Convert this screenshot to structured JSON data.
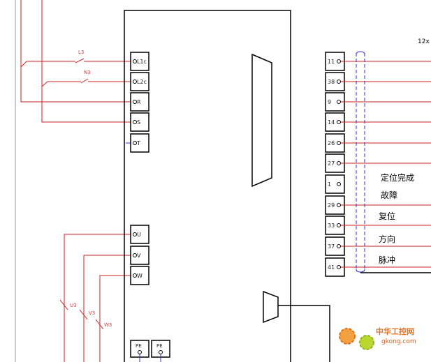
{
  "corner_label": "12x",
  "wire_marks": [
    "L3",
    "N3",
    "U3",
    "V3",
    "W3"
  ],
  "left_terminals": [
    "L1c",
    "L2c",
    "R",
    "S",
    "T"
  ],
  "motor_terminals": [
    "U",
    "V",
    "W"
  ],
  "ground_terminals": [
    "PE",
    "PE"
  ],
  "right_terminals": [
    "11",
    "38",
    "9",
    "14",
    "26",
    "27",
    "1",
    "29",
    "33",
    "37",
    "41"
  ],
  "signal_labels": [
    "定位完成",
    "故障",
    "复位",
    "方向",
    "脉冲"
  ],
  "watermark": {
    "cn": "中华工控网",
    "url": "gkong.com"
  },
  "colors": {
    "wire": "#cc2222",
    "frame": "#000000",
    "bus": "#3333cc",
    "watermark": "#e87020"
  }
}
